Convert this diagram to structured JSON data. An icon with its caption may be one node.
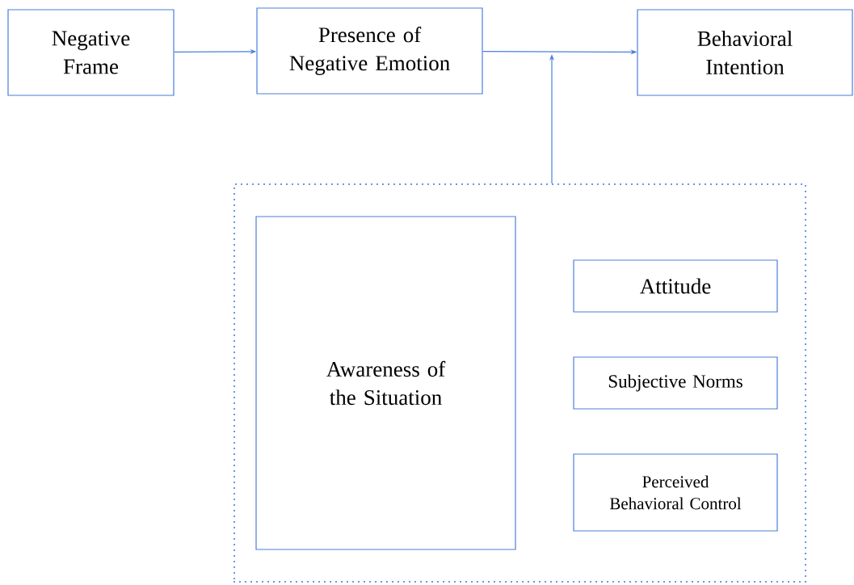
{
  "diagram": {
    "nodes": [
      {
        "text": [
          "Negative Frame"
        ]
      },
      {
        "text": [
          "Presence of Negative Emotion"
        ]
      },
      {
        "text": [
          "Behavioral Intention"
        ]
      },
      {
        "text": [],
        "shape": "box"
      },
      {
        "text": [
          "Awareness of the Situation"
        ],
        "in": 3
      },
      {
        "text": [
          "Attitude"
        ],
        "in": 3
      },
      {
        "text": [
          "Subjective Norms"
        ],
        "in": 3
      },
      {
        "text": [
          "Perceived Behavioral Control"
        ],
        "in": 3
      }
    ],
    "edges": [
      {
        "from": 0,
        "to": 1,
        "arrow": "to"
      },
      {
        "from": 1,
        "to": 2,
        "arrow": "to"
      },
      {
        "from": 3,
        "to": null,
        "arrow": "to"
      }
    ]
  }
}
